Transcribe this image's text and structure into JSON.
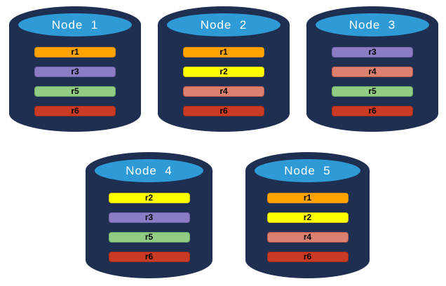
{
  "canvas": {
    "background": "#ffffff"
  },
  "colors": {
    "cylinder_body": "#1F2F52",
    "top_ellipse": "#2E9BD6",
    "node_label_text": "#FFFFFF",
    "bar_text": "#000000"
  },
  "replica_colors": {
    "r1": {
      "fill": "#FFA302",
      "border": "#DB8A00"
    },
    "r2": {
      "fill": "#FFFF00",
      "border": "#D8CC00"
    },
    "r3": {
      "fill": "#8B7CC4",
      "border": "#7265AB"
    },
    "r4": {
      "fill": "#DC8070",
      "border": "#C05B4B"
    },
    "r5": {
      "fill": "#92CB84",
      "border": "#6FAE60"
    },
    "r6": {
      "fill": "#C93B24",
      "border": "#9E2D1A"
    }
  },
  "nodes": [
    {
      "label": "Node  1",
      "replicas": [
        "r1",
        "r3",
        "r5",
        "r6"
      ]
    },
    {
      "label": "Node  2",
      "replicas": [
        "r1",
        "r2",
        "r4",
        "r6"
      ]
    },
    {
      "label": "Node  3",
      "replicas": [
        "r3",
        "r4",
        "r5",
        "r6"
      ]
    },
    {
      "label": "Node  4",
      "replicas": [
        "r2",
        "r3",
        "r5",
        "r6"
      ]
    },
    {
      "label": "Node  5",
      "replicas": [
        "r1",
        "r2",
        "r4",
        "r6"
      ]
    }
  ]
}
